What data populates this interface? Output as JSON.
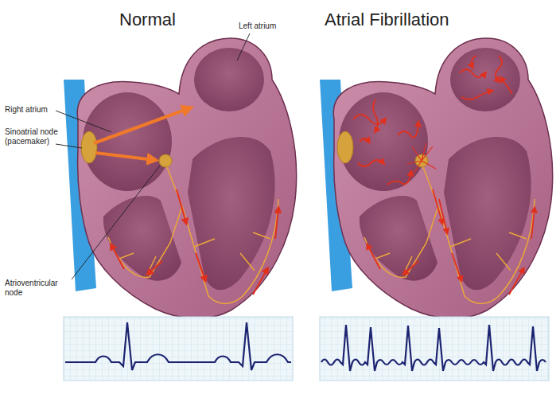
{
  "diagram": {
    "labels": [
      "Normal",
      "Atrial Fibrillation",
      "Left atrium",
      "Right atrium",
      "Sinoatrial node (pacemaker)",
      "Atrioventricular node"
    ]
  }
}
